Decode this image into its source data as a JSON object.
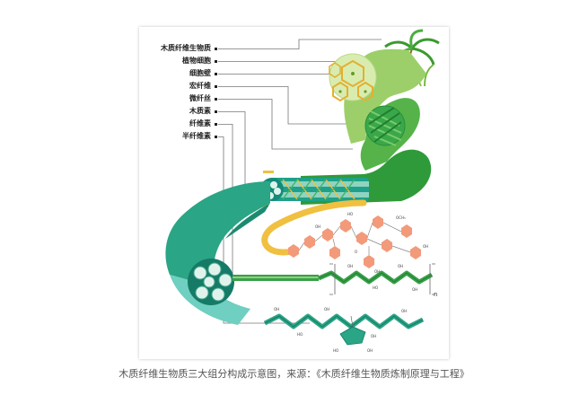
{
  "labels": [
    "木质纤维生物质",
    "植物细胞",
    "细胞壁",
    "宏纤维",
    "微纤丝",
    "木质素",
    "纤维素",
    "半纤维素"
  ],
  "subscript_n": "n",
  "caption": "木质纤维生物质三大组分构成示意图，来源：《木质纤维生物质炼制原理与工程》",
  "colors": {
    "dark_green": "#2a9a3a",
    "green": "#4cae3e",
    "light_green": "#9ccf6a",
    "teal": "#2aa585",
    "dark_teal": "#1c8a70",
    "yellow": "#f0c040",
    "orange_hex": "#f39a7a",
    "cellulose_chain": "#3aa04a"
  }
}
